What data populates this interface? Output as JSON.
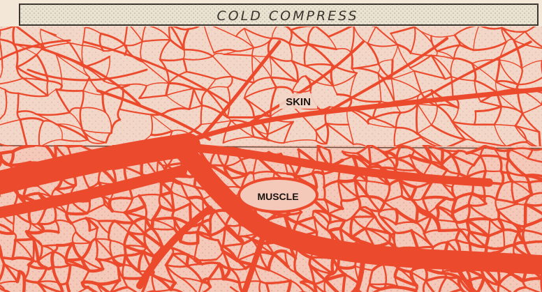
{
  "diagram": {
    "compress_label": "COLD COMPRESS",
    "skin_label": "SKIN",
    "muscle_label": "MUSCLE"
  },
  "colors": {
    "vessel": "#ec4a2c",
    "vessel_dark": "#b42d18",
    "paper": "#f3e8d8",
    "skin_tissue": "#f2d6c8",
    "muscle_tissue": "#f4c9ba",
    "compress_fill": "#e9e3d2",
    "ink": "#1a1410"
  }
}
